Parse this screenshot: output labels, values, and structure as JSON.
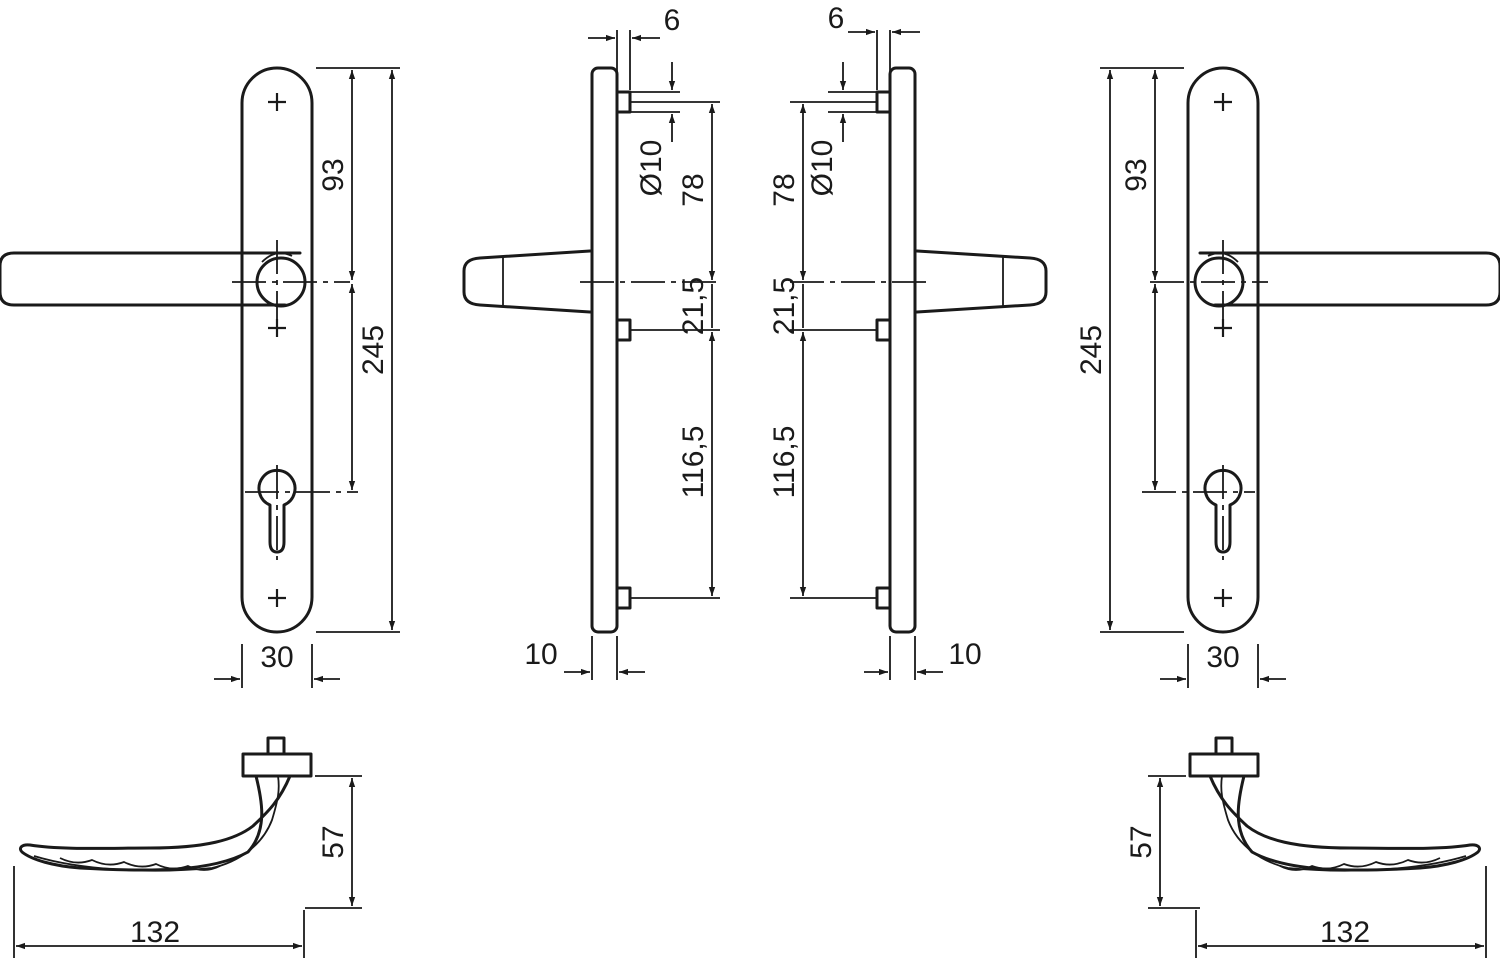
{
  "dimensions": {
    "plate_height": "245",
    "handle_to_top": "93",
    "plate_width": "30",
    "hole_spacing_upper": "78",
    "hole_diameter": "Ø10",
    "boss_offset": "6",
    "handle_to_spindle_hole": "21,5",
    "hole_spacing_lower": "116,5",
    "plate_thickness": "10",
    "handle_height": "57",
    "handle_length": "132"
  }
}
